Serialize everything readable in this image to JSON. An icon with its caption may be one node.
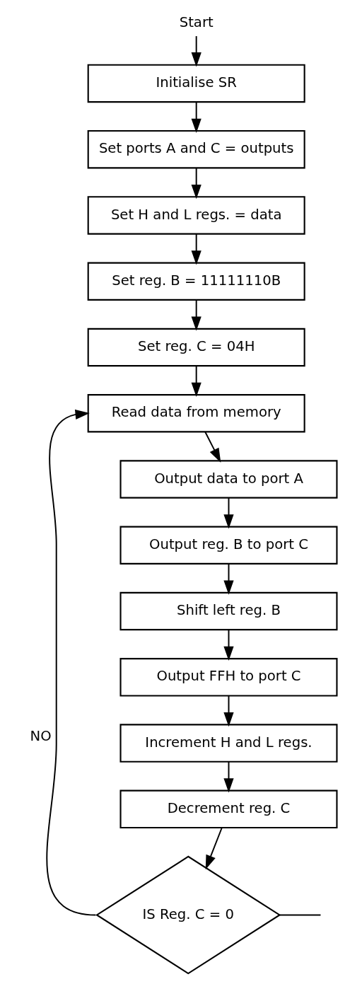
{
  "diagram": {
    "nodes": [
      {
        "text": [
          "Start"
        ]
      },
      {
        "text": [
          "Initialise SR"
        ]
      },
      {
        "text": [
          "Set ports A and C = outputs"
        ]
      },
      {
        "text": [
          "Set H and L regs. = data"
        ]
      },
      {
        "text": [
          "Set reg. B = 11111110B"
        ]
      },
      {
        "text": [
          "Set reg. C = 04H"
        ]
      },
      {
        "text": [
          "Read data from memory"
        ]
      },
      {
        "text": [
          "Output data to port A"
        ]
      },
      {
        "text": [
          "Output reg. B to port C"
        ]
      },
      {
        "text": [
          "Shift left reg. B"
        ]
      },
      {
        "text": [
          "Output FFH to port C"
        ]
      },
      {
        "text": [
          "Increment H and L regs."
        ]
      },
      {
        "text": [
          "Decrement reg. C"
        ]
      },
      {
        "text": [
          "IS Reg. C = 0"
        ]
      }
    ],
    "edges": [
      {
        "from": 0,
        "to": 1,
        "arrow": "to"
      },
      {
        "from": 1,
        "to": 2,
        "arrow": "to"
      },
      {
        "from": 2,
        "to": 3,
        "arrow": "to"
      },
      {
        "from": 3,
        "to": 4,
        "arrow": "to"
      },
      {
        "from": 4,
        "to": 5,
        "arrow": "to"
      },
      {
        "from": 5,
        "to": 6,
        "arrow": "to"
      },
      {
        "from": 6,
        "to": 7,
        "arrow": "to"
      },
      {
        "from": 7,
        "to": 8,
        "arrow": "to"
      },
      {
        "from": 8,
        "to": 9,
        "arrow": "to"
      },
      {
        "from": 9,
        "to": 10,
        "arrow": "to"
      },
      {
        "from": 10,
        "to": 11,
        "arrow": "to"
      },
      {
        "from": 11,
        "to": 12,
        "arrow": "to"
      },
      {
        "from": 12,
        "to": 13,
        "arrow": "to"
      },
      {
        "from": 13,
        "to": 6,
        "arrow": "to",
        "label": "NO"
      },
      {
        "from": 13,
        "to": null,
        "arrow": "none"
      }
    ]
  }
}
